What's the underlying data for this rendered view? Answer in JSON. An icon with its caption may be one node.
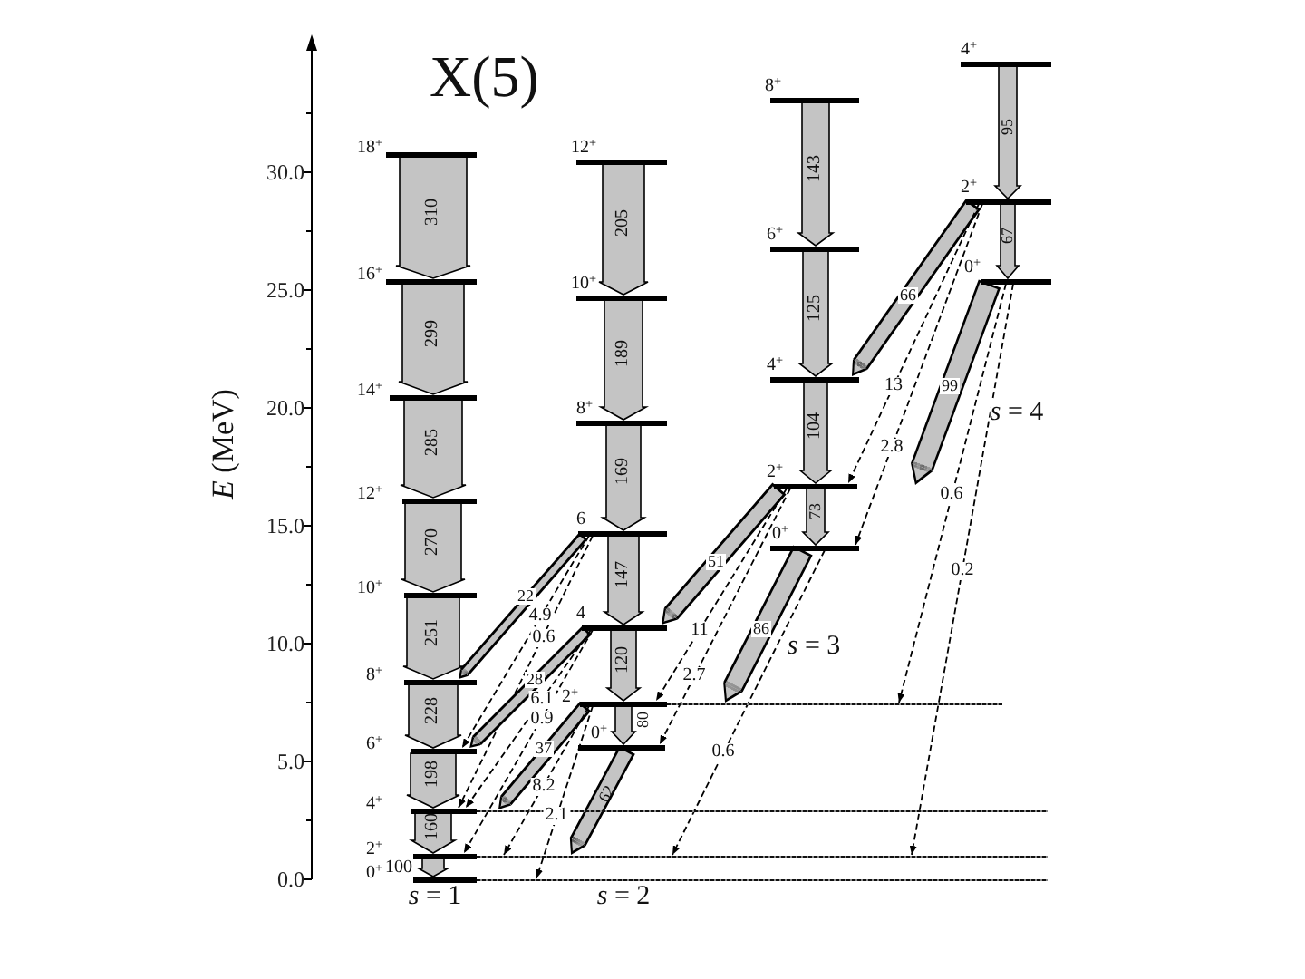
{
  "diagram": {
    "title": "X(5)",
    "nodes": [
      {
        "text": [
          "18$^{+}$"
        ]
      },
      {
        "text": [
          "16$^{+}$"
        ]
      },
      {
        "text": [
          "14$^{+}$"
        ]
      },
      {
        "text": [
          "12$^{+}$"
        ]
      },
      {
        "text": [
          "10$^{+}$"
        ]
      },
      {
        "text": [
          "8$^{+}$"
        ]
      },
      {
        "text": [
          "6$^{+}$"
        ]
      },
      {
        "text": [
          "4$^{+}$"
        ]
      },
      {
        "text": [
          "2$^{+}$"
        ]
      },
      {
        "text": [
          "0$^{+}$"
        ]
      },
      {
        "text": [
          "12$^{+}$"
        ]
      },
      {
        "text": [
          "10$^{+}$"
        ]
      },
      {
        "text": [
          "8$^{+}$"
        ]
      },
      {
        "text": [
          "6"
        ]
      },
      {
        "text": [
          "4"
        ]
      },
      {
        "text": [
          "2$^{+}$"
        ]
      },
      {
        "text": [
          "0$^{+}$"
        ]
      },
      {
        "text": [
          "8$^{+}$"
        ]
      },
      {
        "text": [
          "6$^{+}$"
        ]
      },
      {
        "text": [
          "4$^{+}$"
        ]
      },
      {
        "text": [
          "2$^{+}$"
        ]
      },
      {
        "text": [
          "0$^{+}$"
        ]
      },
      {
        "text": [
          "4$^{+}$"
        ]
      },
      {
        "text": [
          "2$^{+}$"
        ]
      },
      {
        "text": [
          "0$^{+}$"
        ]
      }
    ],
    "edges": [
      {
        "from": 0,
        "to": 1,
        "label": "310",
        "arrow": "to",
        "style": "thick"
      },
      {
        "from": 1,
        "to": 2,
        "label": "299",
        "arrow": "to",
        "style": "thick"
      },
      {
        "from": 2,
        "to": 3,
        "label": "285",
        "arrow": "to",
        "style": "thick"
      },
      {
        "from": 3,
        "to": 4,
        "label": "270",
        "arrow": "to",
        "style": "thick"
      },
      {
        "from": 4,
        "to": 5,
        "label": "251",
        "arrow": "to",
        "style": "thick"
      },
      {
        "from": 5,
        "to": 6,
        "label": "228",
        "arrow": "to",
        "style": "thick"
      },
      {
        "from": 6,
        "to": 7,
        "label": "198",
        "arrow": "to",
        "style": "thick"
      },
      {
        "from": 7,
        "to": 8,
        "label": "160",
        "arrow": "to",
        "style": "thick"
      },
      {
        "from": 8,
        "to": 9,
        "label": "100",
        "arrow": "to",
        "style": "thick"
      },
      {
        "from": 10,
        "to": 11,
        "label": "205",
        "arrow": "to",
        "style": "thick"
      },
      {
        "from": 11,
        "to": 12,
        "label": "189",
        "arrow": "to",
        "style": "thick"
      },
      {
        "from": 12,
        "to": 13,
        "label": "169",
        "arrow": "to",
        "style": "thick"
      },
      {
        "from": 13,
        "to": 14,
        "label": "147",
        "arrow": "to",
        "style": "thick"
      },
      {
        "from": 14,
        "to": 15,
        "label": "120",
        "arrow": "to",
        "style": "thick"
      },
      {
        "from": 15,
        "to": 16,
        "label": "80",
        "arrow": "to",
        "style": "thick"
      },
      {
        "from": 17,
        "to": 18,
        "label": "143",
        "arrow": "to",
        "style": "thick"
      },
      {
        "from": 18,
        "to": 19,
        "label": "125",
        "arrow": "to",
        "style": "thick"
      },
      {
        "from": 19,
        "to": 20,
        "label": "104",
        "arrow": "to",
        "style": "thick"
      },
      {
        "from": 20,
        "to": 21,
        "label": "73",
        "arrow": "to",
        "style": "thick"
      },
      {
        "from": 22,
        "to": 23,
        "label": "95",
        "arrow": "to",
        "style": "thick"
      },
      {
        "from": 23,
        "to": 24,
        "label": "67",
        "arrow": "to",
        "style": "thick"
      },
      {
        "from": 13,
        "to": 5,
        "label": "22",
        "arrow": "to",
        "style": "thick"
      },
      {
        "from": 13,
        "to": 6,
        "label": "4.9",
        "arrow": "to",
        "style": "dashed"
      },
      {
        "from": 13,
        "to": 7,
        "label": "0.6",
        "arrow": "to",
        "style": "dashed"
      },
      {
        "from": 14,
        "to": 6,
        "label": "28",
        "arrow": "to",
        "style": "thick"
      },
      {
        "from": 14,
        "to": 7,
        "label": "6.1",
        "arrow": "to",
        "style": "dashed"
      },
      {
        "from": 14,
        "to": 8,
        "label": "0.9",
        "arrow": "to",
        "style": "dashed"
      },
      {
        "from": 15,
        "to": 7,
        "label": "37",
        "arrow": "to",
        "style": "thick"
      },
      {
        "from": 15,
        "to": 8,
        "label": "8.2",
        "arrow": "to",
        "style": "dashed"
      },
      {
        "from": 15,
        "to": 9,
        "label": "2.1",
        "arrow": "to",
        "style": "dashed"
      },
      {
        "from": 16,
        "to": 8,
        "label": "62",
        "arrow": "to",
        "style": "thick"
      },
      {
        "from": 20,
        "to": 14,
        "label": "51",
        "arrow": "to",
        "style": "thick"
      },
      {
        "from": 20,
        "to": 15,
        "label": "11",
        "arrow": "to",
        "style": "dashed"
      },
      {
        "from": 20,
        "to": 16,
        "label": "2.7",
        "arrow": "to",
        "style": "dashed"
      },
      {
        "from": 21,
        "to": 15,
        "label": "86",
        "arrow": "to",
        "style": "thick"
      },
      {
        "from": 21,
        "to": 8,
        "label": "0.6",
        "arrow": "to",
        "style": "dashed"
      },
      {
        "from": 23,
        "to": 19,
        "label": "66",
        "arrow": "to",
        "style": "thick"
      },
      {
        "from": 23,
        "to": 20,
        "label": "13",
        "arrow": "to",
        "style": "dashed"
      },
      {
        "from": 23,
        "to": 21,
        "label": "2.8",
        "arrow": "to",
        "style": "dashed"
      },
      {
        "from": 24,
        "to": 20,
        "label": "99",
        "arrow": "to",
        "style": "thick"
      },
      {
        "from": 24,
        "to": 15,
        "label": "0.6",
        "arrow": "to",
        "style": "dashed"
      },
      {
        "from": 24,
        "to": 8,
        "label": "0.2",
        "arrow": "to",
        "style": "dashed"
      }
    ],
    "labels": [
      "30.0",
      "25.0",
      "20.0",
      "15.0",
      "10.0",
      "5.0",
      "0.0",
      "*E* (MeV)",
      "*s* = 1",
      "*s* = 2",
      "*s* = 3",
      "*s* = 4"
    ]
  }
}
